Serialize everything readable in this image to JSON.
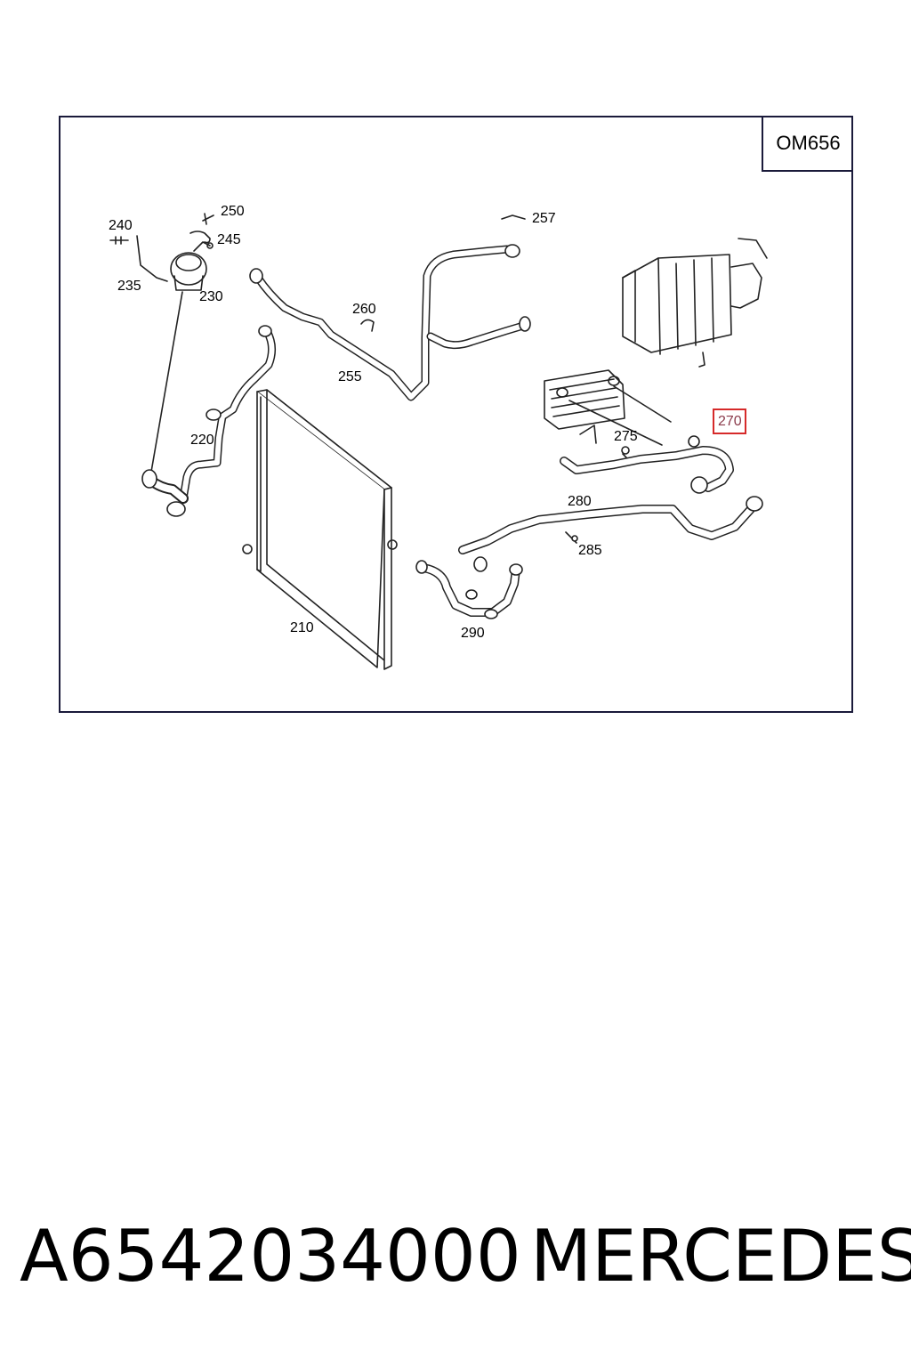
{
  "diagram": {
    "engine_code": "OM656",
    "highlighted_part": "270",
    "callouts": [
      {
        "id": "c210",
        "label": "210"
      },
      {
        "id": "c220",
        "label": "220"
      },
      {
        "id": "c230",
        "label": "230"
      },
      {
        "id": "c235",
        "label": "235"
      },
      {
        "id": "c240",
        "label": "240"
      },
      {
        "id": "c245",
        "label": "245"
      },
      {
        "id": "c250",
        "label": "250"
      },
      {
        "id": "c255",
        "label": "255"
      },
      {
        "id": "c257",
        "label": "257"
      },
      {
        "id": "c260",
        "label": "260"
      },
      {
        "id": "c270",
        "label": "270"
      },
      {
        "id": "c275",
        "label": "275"
      },
      {
        "id": "c280",
        "label": "280"
      },
      {
        "id": "c285",
        "label": "285"
      },
      {
        "id": "c290",
        "label": "290"
      }
    ]
  },
  "footer": {
    "part_number": "A6542034000",
    "brand": "MERCEDES"
  },
  "colors": {
    "frame": "#1a1a3a",
    "highlight": "#d62a2a",
    "line_art": "#222222"
  }
}
